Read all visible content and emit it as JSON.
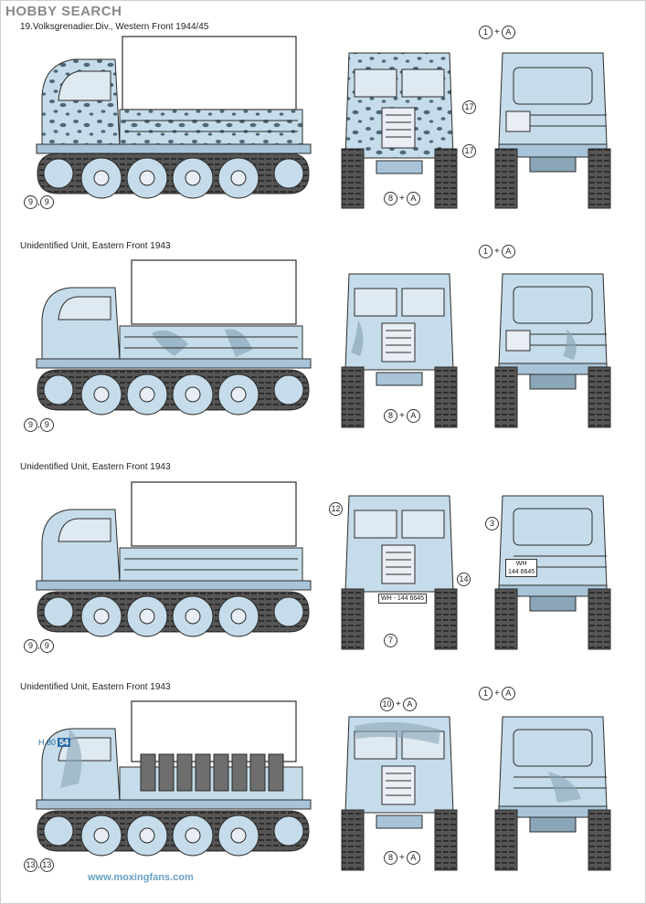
{
  "header": {
    "logo_text": "HOBBY SEARCH"
  },
  "captions": [
    "19.Volksgrenadier.Div., Western Front 1944/45",
    "Unidentified Unit, Eastern Front 1943",
    "Unidentified Unit, Eastern Front 1943",
    "Unidentified Unit, Eastern Front 1943"
  ],
  "callouts": {
    "r1_side": [
      "9",
      "9"
    ],
    "r1_front_right_a": "17",
    "r1_front_right_b": "17",
    "r1_front_bottom": [
      "8",
      "+",
      "A"
    ],
    "r1_rear_top": [
      "1",
      "+",
      "A"
    ],
    "r2_side": [
      "9",
      "9"
    ],
    "r2_front_bottom": [
      "8",
      "+",
      "A"
    ],
    "r2_rear_top": [
      "1",
      "+",
      "A"
    ],
    "r3_side": [
      "9",
      "9"
    ],
    "r3_front_left": "12",
    "r3_front_right": "14",
    "r3_front_bottom": "7",
    "r3_rear_left": "3",
    "r4_side": [
      "13",
      "13"
    ],
    "r4_front_top": [
      "10",
      "+",
      "A"
    ],
    "r4_front_bottom": [
      "8",
      "+",
      "A"
    ],
    "r4_rear_top": [
      "1",
      "+",
      "A"
    ]
  },
  "plates": {
    "front": "WH - 144 6645",
    "rear_top": "WH",
    "rear_bottom": "144 6645"
  },
  "paint_tag": {
    "prefix": "H",
    "num": "80",
    "chip": "54"
  },
  "watermark": "www.moxingfans.com",
  "colors": {
    "body": "#c6dcea",
    "body_shade": "#a9c4d8",
    "camo": "#4f6776",
    "winter": "#e8eef3",
    "track": "#4a4a4a",
    "line": "#2b2b2b"
  }
}
